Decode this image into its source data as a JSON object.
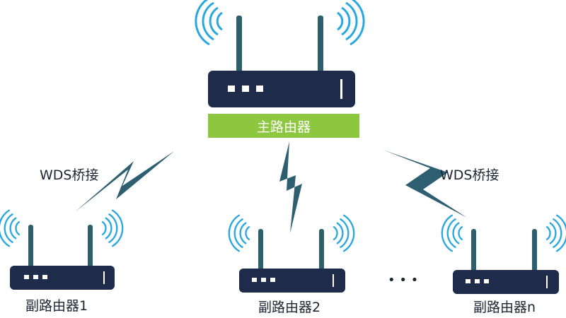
{
  "main_router": {
    "label": "主路由器"
  },
  "sub_routers": [
    {
      "label": "副路由器1"
    },
    {
      "label": "副路由器2"
    },
    {
      "label": "副路由器n"
    }
  ],
  "links": {
    "left_label": "WDS桥接",
    "right_label": "WDS桥接"
  },
  "ellipsis": "• • •",
  "colors": {
    "router_body": "#1e2b4a",
    "antenna": "#2d5f6c",
    "signal": "#29a8df",
    "bolt": "#2e5f70",
    "label_bar": "#8dc63f",
    "led": "#ffffff"
  }
}
